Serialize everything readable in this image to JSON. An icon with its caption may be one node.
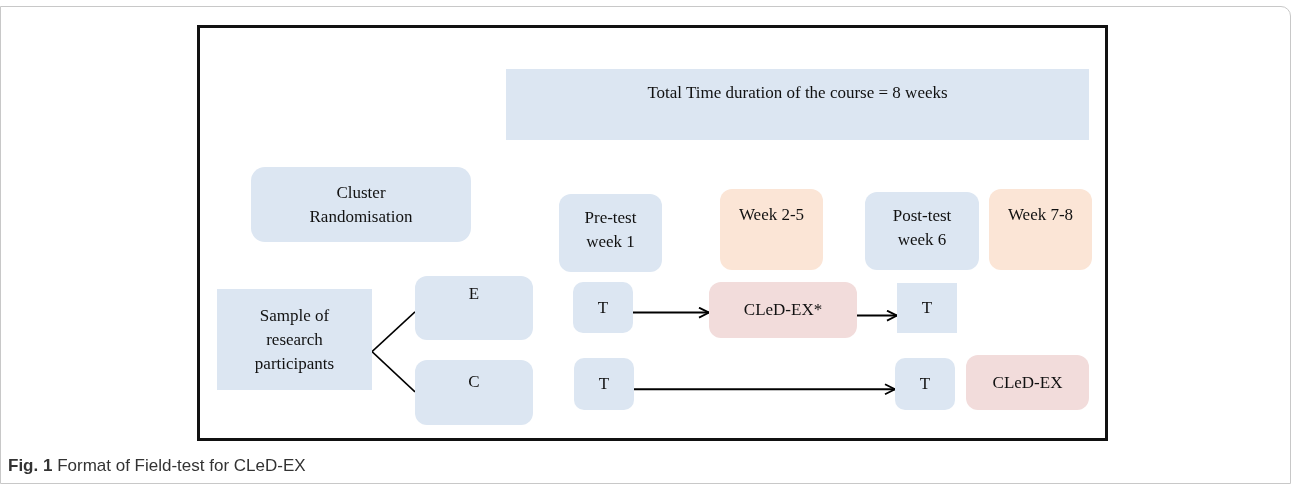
{
  "diagram": {
    "caption": "**Fig. 1** Format of Field-test for CLeD-EX",
    "nodes": [
      {
        "text": [
          "Total Time duration of the course = 8 weeks"
        ]
      },
      {
        "text": [
          "Cluster Randomisation"
        ]
      },
      {
        "text": [
          "Pre-test week 1"
        ]
      },
      {
        "text": [
          "Week 2-5"
        ]
      },
      {
        "text": [
          "Post-test week 6"
        ]
      },
      {
        "text": [
          "Week 7-8"
        ]
      },
      {
        "text": [
          "Sample of research participants"
        ]
      },
      {
        "text": [
          "E"
        ]
      },
      {
        "text": [
          "T"
        ]
      },
      {
        "text": [
          "CLeD-EX*"
        ]
      },
      {
        "text": [
          "T"
        ]
      },
      {
        "text": [
          "C"
        ]
      },
      {
        "text": [
          "T"
        ]
      },
      {
        "text": [
          "T"
        ]
      },
      {
        "text": [
          "CLeD-EX"
        ]
      }
    ],
    "edges": [
      {
        "from": 6,
        "to": 7,
        "arrow": "none"
      },
      {
        "from": 6,
        "to": 11,
        "arrow": "none"
      },
      {
        "from": 8,
        "to": 9,
        "arrow": "to"
      },
      {
        "from": 9,
        "to": 10,
        "arrow": "to"
      },
      {
        "from": 12,
        "to": 13,
        "arrow": "to"
      }
    ]
  }
}
